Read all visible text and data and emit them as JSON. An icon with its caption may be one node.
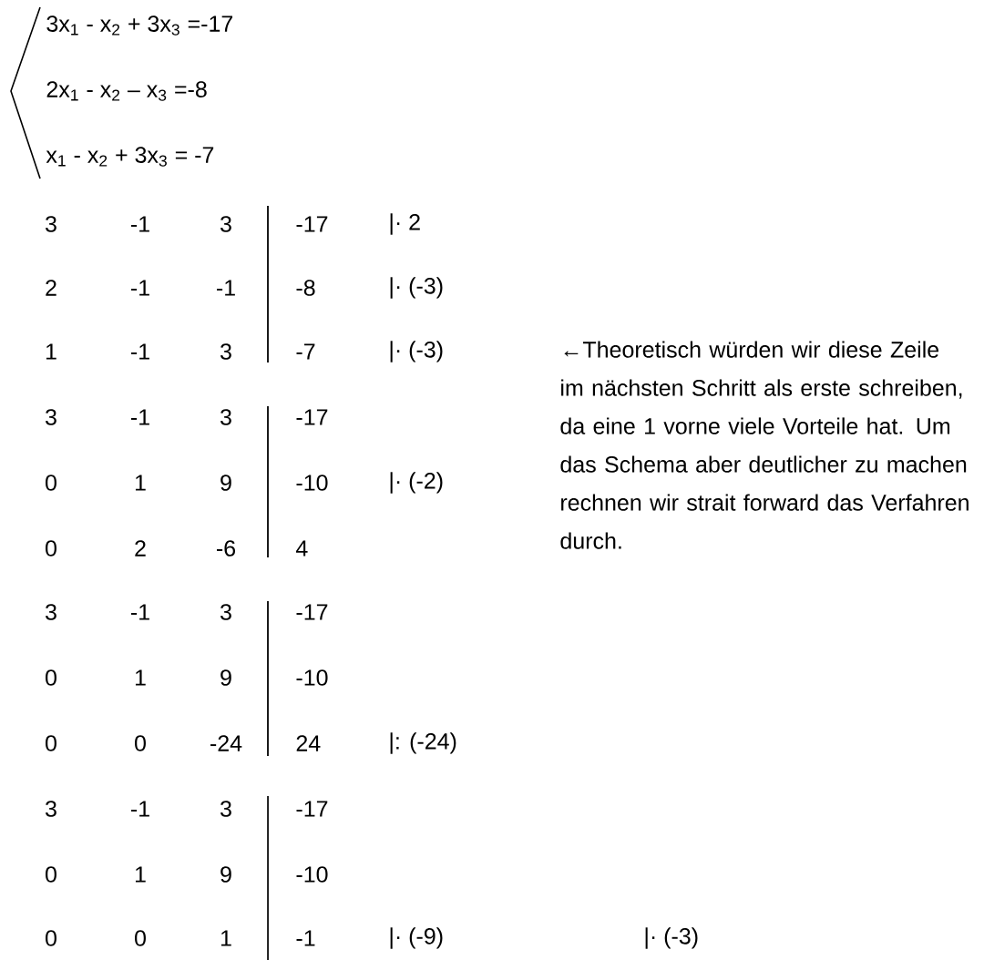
{
  "diagram": {
    "labels": [
      "3x$_{1}$ - x$_{2}$ + 3x$_{3}$ =-17",
      "2x$_{1}$ - x$_{2}$ – x$_{3}$ =-8",
      "x$_{1}$ - x$_{2}$ + 3x$_{3}$ = -7",
      "3",
      "-1",
      "3",
      "-17",
      "|· 2",
      "2",
      "-1",
      "-1",
      "-8",
      "|· (-3)",
      "1",
      "-1",
      "3",
      "-7",
      "|· (-3)",
      "←Theoretisch würden wir diese Zeile im nächsten Schritt als erste schreiben, da eine 1 vorne viele Vorteile hat. Um das Schema aber deutlicher zu machen rechnen wir strait forward das Verfahren durch.",
      "3",
      "-1",
      "3",
      "-17",
      "0",
      "1",
      "9",
      "-10",
      "|· (-2)",
      "0",
      "2",
      "-6",
      "4",
      "3",
      "-1",
      "3",
      "-17",
      "0",
      "1",
      "9",
      "-10",
      "0",
      "0",
      "-24",
      "24",
      "|: (-24)",
      "3",
      "-1",
      "3",
      "-17",
      "0",
      "1",
      "9",
      "-10",
      "0",
      "0",
      "1",
      "-1",
      "|· (-9)",
      "|· (-3)"
    ]
  }
}
